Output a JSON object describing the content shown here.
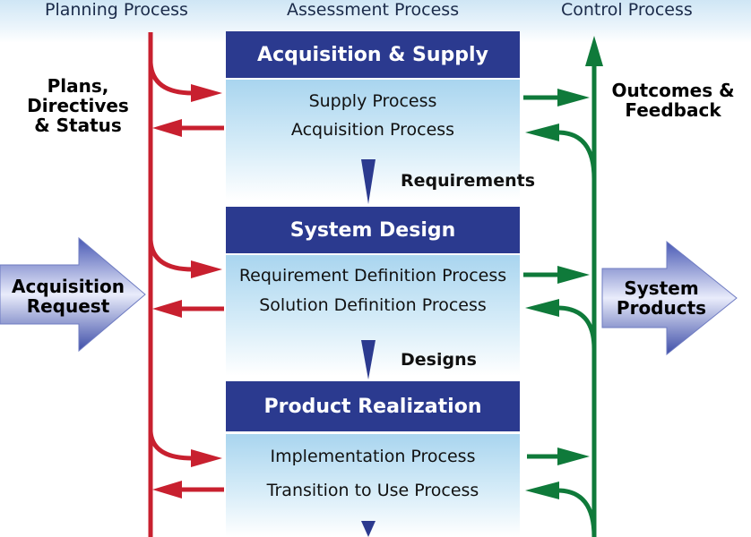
{
  "columns": {
    "planning": "Planning Process",
    "assessment": "Assessment Process",
    "control": "Control Process"
  },
  "left_label": [
    "Plans,",
    "Directives",
    "& Status"
  ],
  "right_label": [
    "Outcomes &",
    "Feedback"
  ],
  "input": [
    "Acquisition",
    "Request"
  ],
  "output": [
    "System",
    "Products"
  ],
  "stages": [
    {
      "header": "Acquisition & Supply",
      "processes": [
        "Supply Process",
        "Acquisition Process"
      ]
    },
    {
      "header": "System Design",
      "processes": [
        "Requirement Definition Process",
        "Solution Definition Process"
      ]
    },
    {
      "header": "Product Realization",
      "processes": [
        "Implementation Process",
        "Transition to Use Process"
      ]
    }
  ],
  "flows": [
    "Requirements",
    "Designs"
  ],
  "colors": {
    "planning": "#c8202f",
    "control": "#0f7a3a",
    "header": "#2b3a8f"
  }
}
